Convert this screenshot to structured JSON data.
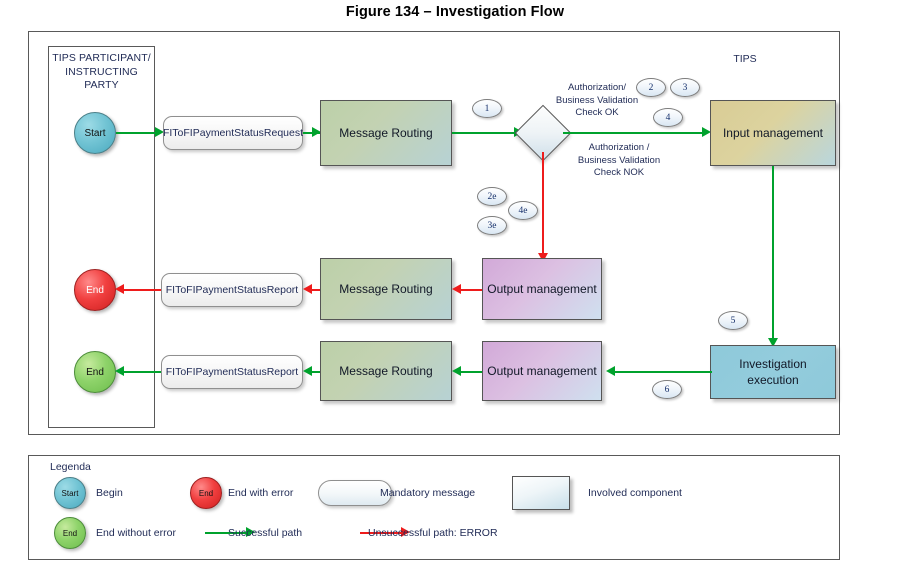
{
  "title": "Figure 134 – Investigation Flow",
  "panels": {
    "party_label": "TIPS PARTICIPANT/ INSTRUCTING PARTY",
    "party_label_l1": "TIPS PARTICIPANT/",
    "party_label_l2": "INSTRUCTING",
    "party_label_l3": "PARTY",
    "tips_label": "TIPS"
  },
  "nodes": {
    "start": "Start",
    "end_error": "End",
    "end_ok": "End",
    "msg_request": "FIToFIPaymentStatusRequest",
    "msg_report_error": "FIToFIPaymentStatusReport",
    "msg_report_ok": "FIToFIPaymentStatusReport",
    "routing_top": "Message Routing",
    "routing_mid": "Message Routing",
    "routing_bottom": "Message Routing",
    "input_management": "Input management",
    "output_mid": "Output management",
    "output_bottom": "Output management",
    "investigation_execution": "Investigation execution",
    "investigation_execution_l1": "Investigation",
    "investigation_execution_l2": "execution",
    "decision": ""
  },
  "flow_labels": {
    "check_ok_l1": "Authorization/",
    "check_ok_l2": "Business Validation",
    "check_ok_l3": "Check OK",
    "check_nok_l1": "Authorization /",
    "check_nok_l2": "Business Validation",
    "check_nok_l3": "Check NOK"
  },
  "badges": {
    "b1": "1",
    "b2": "2",
    "b3": "3",
    "b4": "4",
    "b5": "5",
    "b6": "6",
    "b2e": "2e",
    "b3e": "3e",
    "b4e": "4e"
  },
  "legend": {
    "title": "Legenda",
    "begin_symbol": "Start",
    "begin_label": "Begin",
    "end_error_symbol": "End",
    "end_error_label": "End with error",
    "mandatory_label": "Mandatory message",
    "component_label": "Involved component",
    "end_ok_symbol": "End",
    "end_ok_label": "End without error",
    "success_label": "Successful path",
    "error_label": "Unsuccessful path: ERROR"
  },
  "colors": {
    "success_path": "#00a22d",
    "error_path": "#ee1c1c",
    "start_fill": "#72c4d4",
    "end_error_fill": "#f14040",
    "end_ok_fill": "#8ed36a",
    "routing_fill": "#bcd0a8",
    "input_fill": "#d9cc95",
    "output_fill": "#d2a9d8",
    "investigation_fill": "#8ec9da"
  }
}
